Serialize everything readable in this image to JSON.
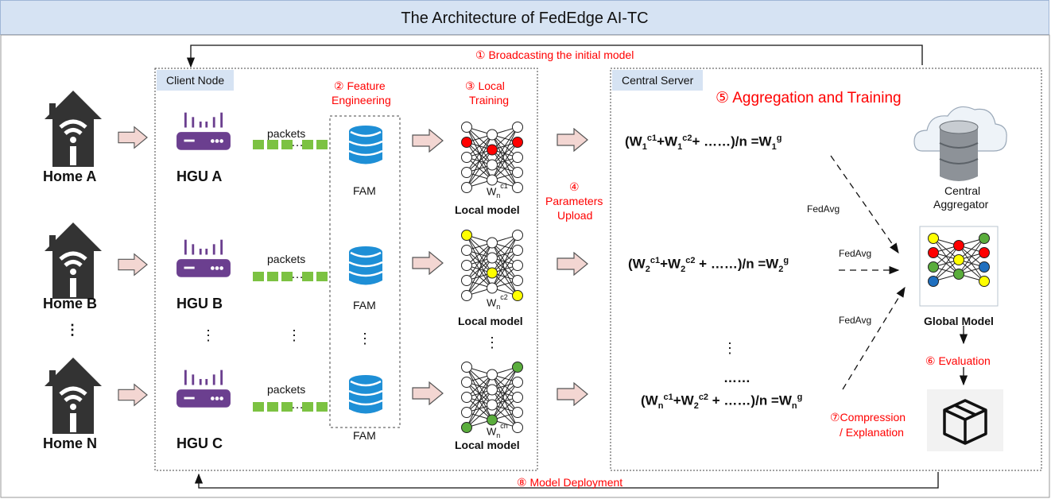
{
  "title": "The Architecture of FedEdge AI-TC",
  "sections": {
    "client_node": "Client Node",
    "central_server": "Central Server"
  },
  "steps": {
    "s1": "① Broadcasting the initial model",
    "s2_line1": "② Feature",
    "s2_line2": "Engineering",
    "s3_line1": "③ Local",
    "s3_line2": "Training",
    "s4_num": "④",
    "s4_line1": "Parameters",
    "s4_line2": "Upload",
    "s5": "⑤ Aggregation and Training",
    "s6": "⑥  Evaluation",
    "s7_line1": "⑦Compression",
    "s7_line2": "/ Explanation",
    "s8": "⑧ Model Deployment"
  },
  "homes": [
    "Home A",
    "Home B",
    "Home N"
  ],
  "hgus": [
    "HGU A",
    "HGU B",
    "HGU C"
  ],
  "packets_label": "packets",
  "fam_label": "FAM",
  "local_model_label": "Local model",
  "weights": [
    "c1",
    "c2",
    "cn"
  ],
  "w_letter": "W",
  "w_sub_n": "n",
  "equations": [
    {
      "a": "W",
      "sa": "1",
      "pa": "c1",
      "b": "+W",
      "sb": "1",
      "pb": "c2",
      "rest": "+ ……)/n =W",
      "sr": "1",
      "pr": "g"
    },
    {
      "a": "W",
      "sa": "2",
      "pa": "c1",
      "b": "+W",
      "sb": "2",
      "pb": "c2",
      "rest": " + ……)/n =W",
      "sr": "2",
      "pr": "g"
    },
    {
      "a": "W",
      "sa": "n",
      "pa": "c1",
      "b": "+W",
      "sb": "2",
      "pb": "c2",
      "rest": " + ……)/n =W",
      "sr": "n",
      "pr": "g"
    }
  ],
  "equation_dots": "……",
  "eq_open": "(",
  "fedavg": "FedAvg",
  "central_aggregator_line1": "Central",
  "central_aggregator_line2": "Aggregator",
  "global_model": "Global Model",
  "colors": {
    "red_node": "#ff0000",
    "yellow_node": "#ffff00",
    "green_node": "#5aad3c",
    "blue_node": "#1f6fbf",
    "router": "#6b3f8f",
    "db": "#1e8fd6",
    "house": "#333333",
    "packet": "#7cc242",
    "arrow_fill": "#f3d6d2"
  }
}
